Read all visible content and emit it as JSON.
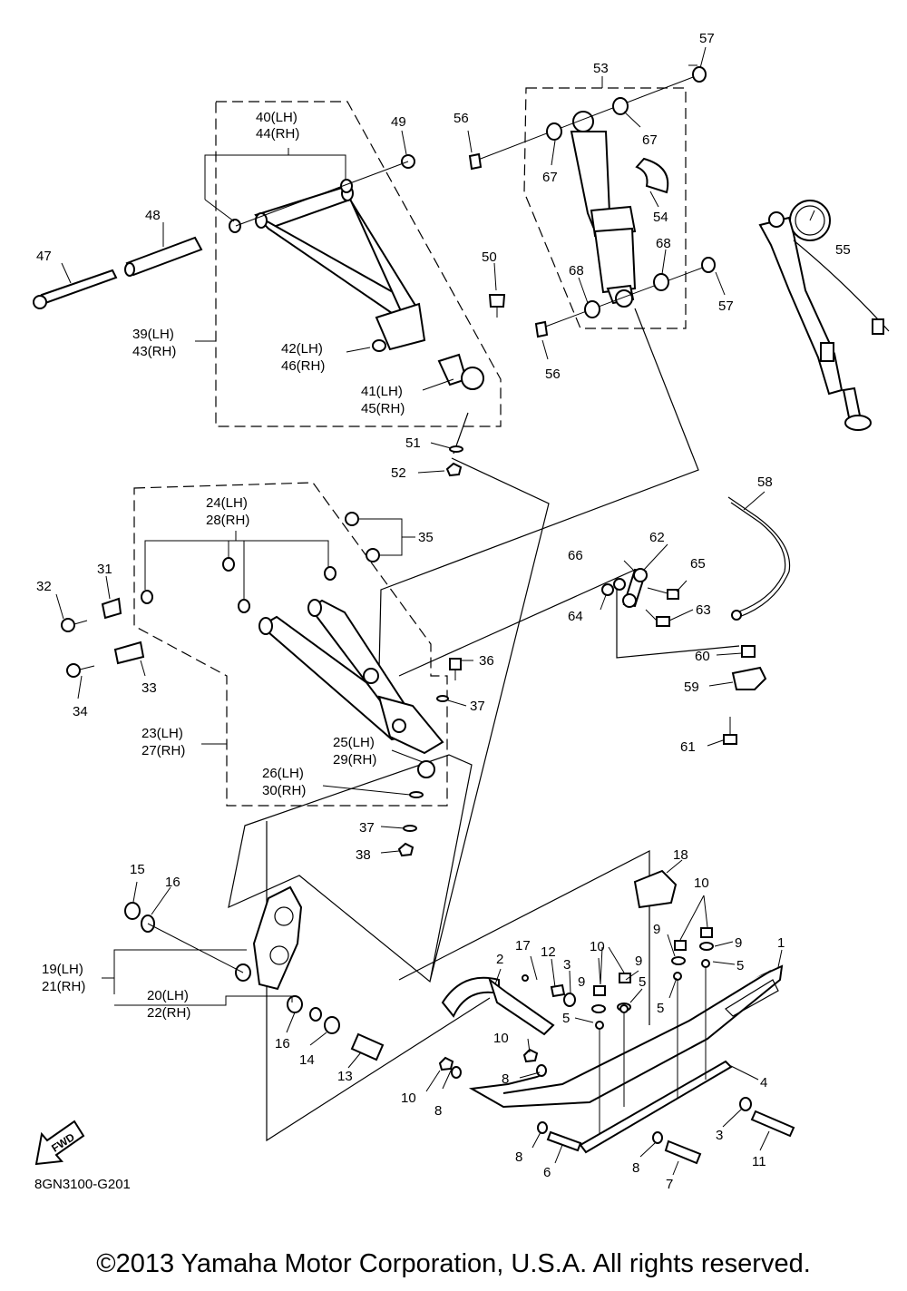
{
  "diagram": {
    "drawing_code": "8GN3100-G201",
    "fwd_label": "FWD",
    "copyright": "©2013 Yamaha Motor Corporation, U.S.A. All rights reserved."
  },
  "callouts": {
    "c1": "1",
    "c2": "2",
    "c3a": "3",
    "c3b": "3",
    "c4": "4",
    "c5a": "5",
    "c5b": "5",
    "c5c": "5",
    "c5d": "5",
    "c6": "6",
    "c7": "7",
    "c8a": "8",
    "c8b": "8",
    "c8c": "8",
    "c8d": "8",
    "c9a": "9",
    "c9b": "9",
    "c9c": "9",
    "c9d": "9",
    "c10a": "10",
    "c10b": "10",
    "c10c": "10",
    "c10d": "10",
    "c11": "11",
    "c12": "12",
    "c13": "13",
    "c14": "14",
    "c15": "15",
    "c16a": "16",
    "c16b": "16",
    "c17": "17",
    "c18": "18",
    "c19": "19(LH)",
    "c21": "21(RH)",
    "c20": "20(LH)",
    "c22": "22(RH)",
    "c23": "23(LH)",
    "c27": "27(RH)",
    "c24": "24(LH)",
    "c28": "28(RH)",
    "c25": "25(LH)",
    "c29": "29(RH)",
    "c26": "26(LH)",
    "c30": "30(RH)",
    "c31": "31",
    "c32": "32",
    "c33": "33",
    "c34": "34",
    "c35": "35",
    "c36": "36",
    "c37a": "37",
    "c37b": "37",
    "c38": "38",
    "c39": "39(LH)",
    "c43": "43(RH)",
    "c40": "40(LH)",
    "c44": "44(RH)",
    "c41": "41(LH)",
    "c45": "45(RH)",
    "c42": "42(LH)",
    "c46": "46(RH)",
    "c47": "47",
    "c48": "48",
    "c49": "49",
    "c50": "50",
    "c51": "51",
    "c52": "52",
    "c53": "53",
    "c54": "54",
    "c55": "55",
    "c56a": "56",
    "c56b": "56",
    "c57a": "57",
    "c57b": "57",
    "c58": "58",
    "c59": "59",
    "c60": "60",
    "c61": "61",
    "c62": "62",
    "c63": "63",
    "c64": "64",
    "c65": "65",
    "c66": "66",
    "c67a": "67",
    "c67b": "67",
    "c68a": "68",
    "c68b": "68"
  }
}
